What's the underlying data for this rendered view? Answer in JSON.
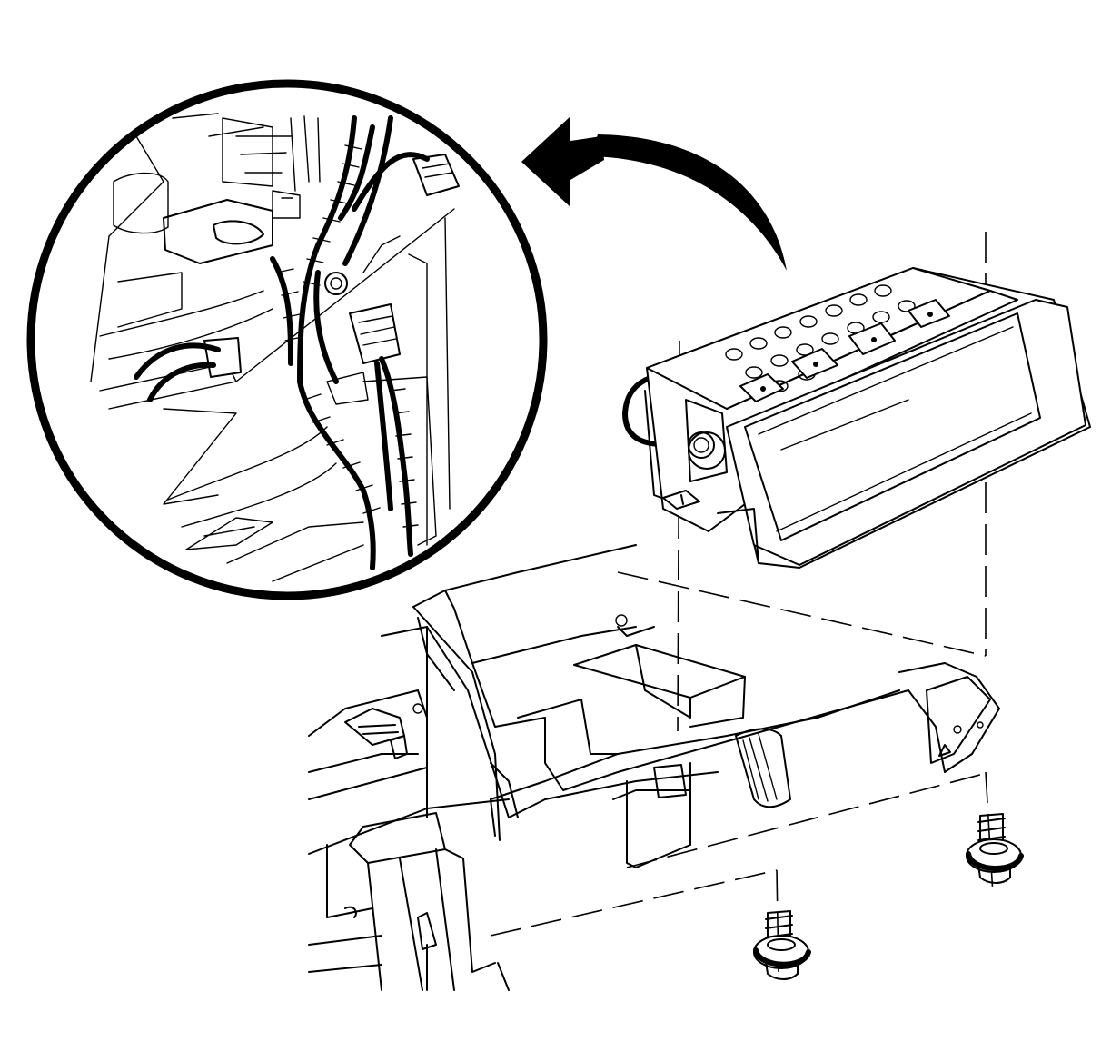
{
  "figure": {
    "colors": {
      "ink": "#000000",
      "paper": "#ffffff"
    },
    "parts": [
      "detail-magnifier",
      "removal-arrow",
      "electronic-module",
      "mounting-bracket",
      "fastener-bolt-left",
      "fastener-bolt-right"
    ]
  }
}
